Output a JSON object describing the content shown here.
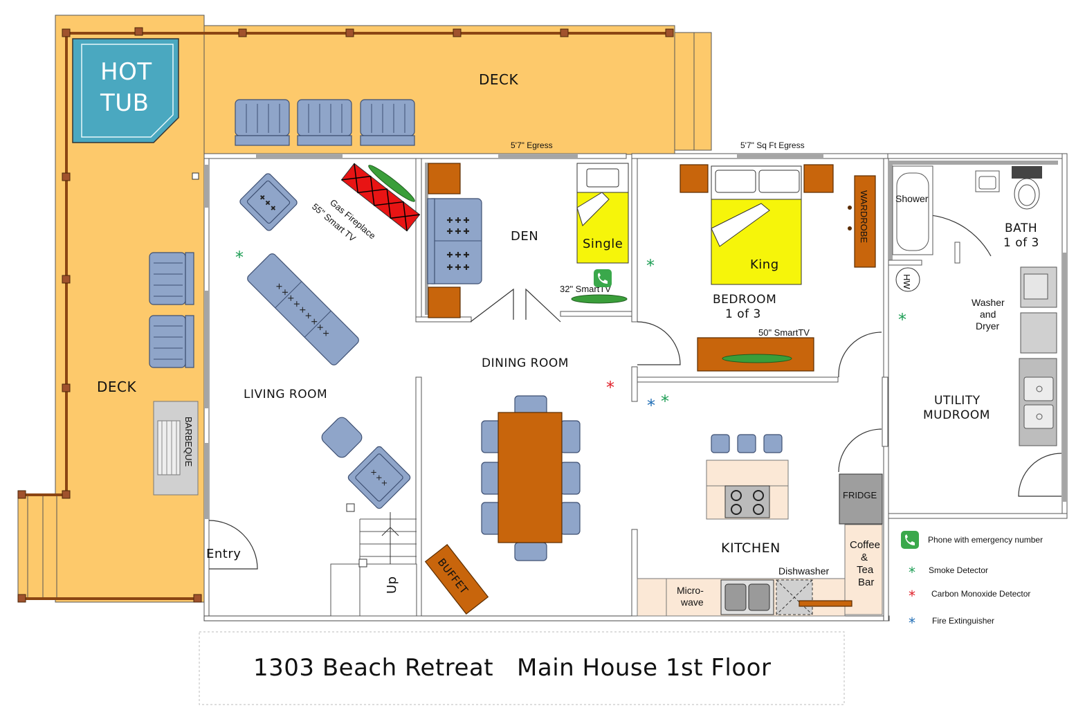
{
  "title": "1303 Beach Retreat   Main House 1st Floor",
  "rooms": {
    "deck_top": "DECK",
    "deck_left": "DECK",
    "hot_tub_line1": "HOT",
    "hot_tub_line2": "TUB",
    "barbeque": "BARBEQUE",
    "living_room": "LIVING ROOM",
    "den": "DEN",
    "dining_room": "DINING ROOM",
    "bedroom_line1": "BEDROOM",
    "bedroom_line2": "1 of 3",
    "bath_line1": "BATH",
    "bath_line2": "1 of 3",
    "utility_line1": "UTILITY",
    "utility_line2": "MUDROOM",
    "kitchen": "KITCHEN",
    "entry": "Entry"
  },
  "fixtures": {
    "gas_fireplace": "Gas Fireplace",
    "tv_living": "55\" Smart TV",
    "tv_den": "32\" SmartTV",
    "tv_bedroom": "50\" SmartTV",
    "egress_den": "5'7\" Egress",
    "egress_bedroom": "5'7\" Sq Ft Egress",
    "single_bed": "Single",
    "king_bed": "King",
    "wardrobe": "WARDROBE",
    "shower": "Shower",
    "water_heater": "HW",
    "washer_line1": "Washer",
    "washer_line2": "and",
    "washer_line3": "Dryer",
    "fridge": "FRIDGE",
    "coffee_line1": "Coffee",
    "coffee_line2": "&",
    "coffee_line3": "Tea",
    "coffee_line4": "Bar",
    "dishwasher": "Dishwasher",
    "microwave_line1": "Micro-",
    "microwave_line2": "wave",
    "buffet": "BUFFET",
    "stairs_up": "Up"
  },
  "legend": {
    "phone": "Phone with emergency number",
    "smoke": "Smoke Detector",
    "co": "Carbon Monoxide Detector",
    "extinguisher": "Fire Extinguisher"
  },
  "colors": {
    "deck": "#fdc96b",
    "hot_tub": "#4aa8c0",
    "wood": "#c8650c",
    "bed_yellow": "#f6f50a",
    "cushion": "#8fa5c9",
    "smoke_detector": "#1e9e55",
    "co_detector": "#e0202a",
    "fire_extinguisher": "#1f6db5",
    "phone": "#3aa84b"
  },
  "icons": {
    "smoke": "asterisk-icon",
    "co": "asterisk-icon",
    "extinguisher": "asterisk-icon",
    "phone": "phone-icon"
  }
}
